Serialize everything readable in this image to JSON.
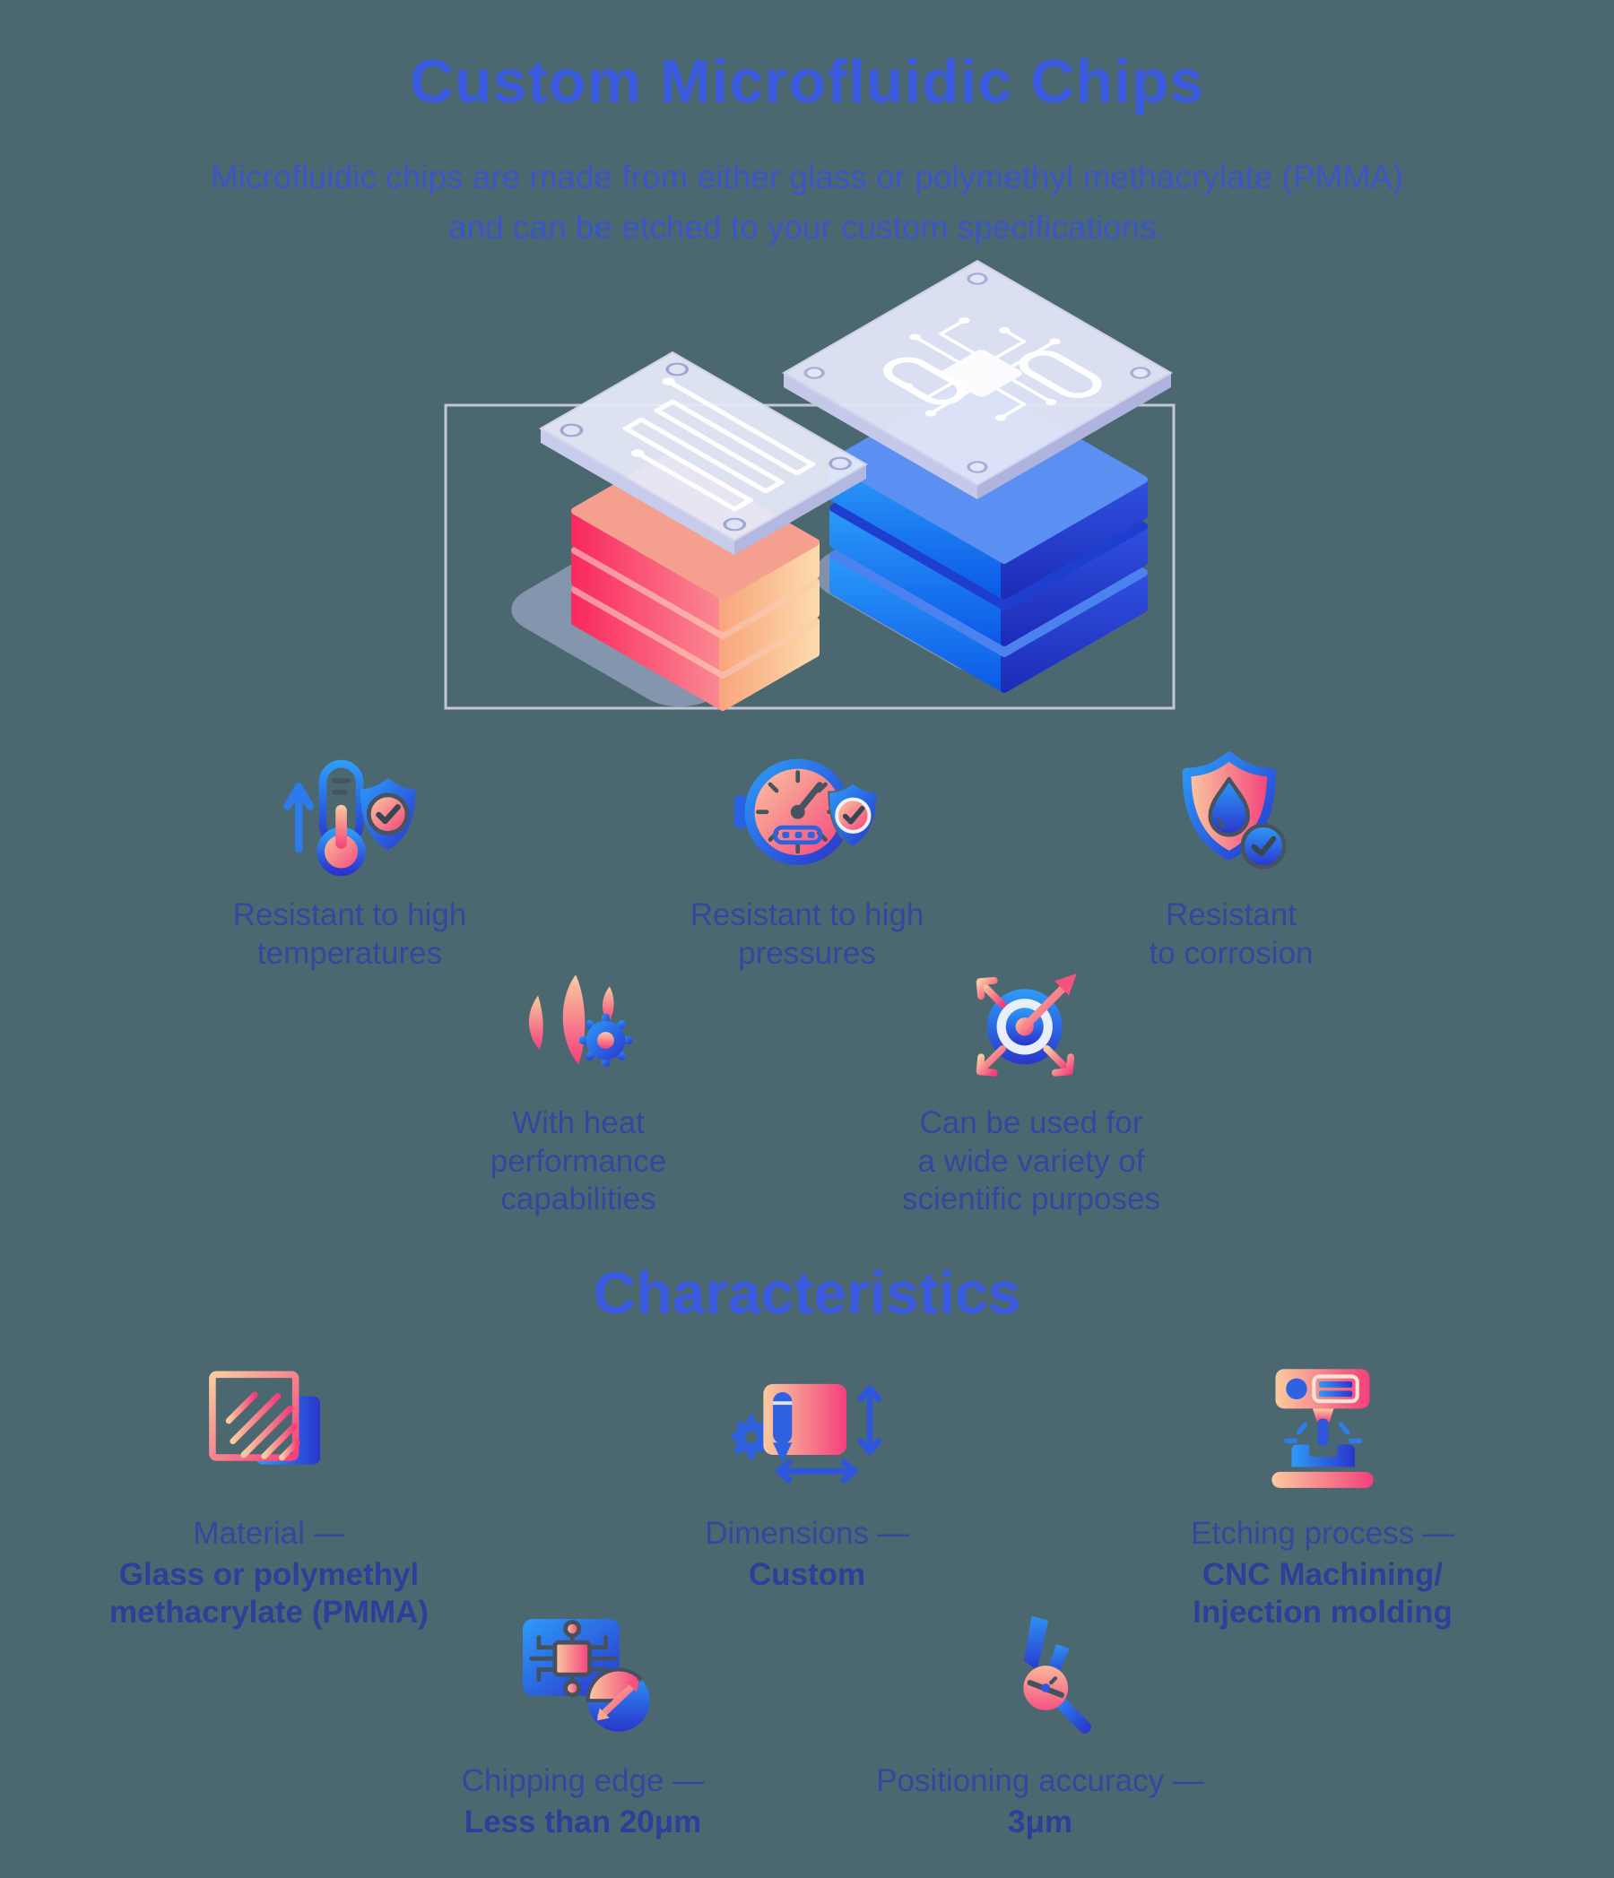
{
  "header": {
    "title": "Custom Microfluidic Chips",
    "subtitle": "Microfluidic chips are made from either glass or polymethyl methacrylate (PMMA)\nand can be etched to your custom specifications."
  },
  "illustration": {
    "description": "two isometric microfluidic chip stacks, pink and blue, with etched glass cover plates"
  },
  "features": [
    {
      "icon": "thermometer-shield-icon",
      "caption": "Resistant to high\ntemperatures"
    },
    {
      "icon": "pressure-gauge-shield-icon",
      "caption": "Resistant to high\npressures"
    },
    {
      "icon": "corrosion-shield-icon",
      "caption": "Resistant\nto corrosion"
    },
    {
      "icon": "heat-gear-icon",
      "caption": "With heat\nperformance\ncapabilities"
    },
    {
      "icon": "target-arrows-icon",
      "caption": "Can be used for\na wide variety of\nscientific purposes"
    }
  ],
  "characteristics": {
    "heading": "Characteristics",
    "items": [
      {
        "icon": "glass-material-icon",
        "label": "Material —",
        "value": "Glass or polymethyl\nmethacrylate (PMMA)"
      },
      {
        "icon": "dimensions-icon",
        "label": "Dimensions —",
        "value": "Custom"
      },
      {
        "icon": "cnc-machine-icon",
        "label": "Etching process —",
        "value": "CNC Machining/\nInjection molding"
      },
      {
        "icon": "chip-edge-icon",
        "label": "Chipping edge —",
        "value": "Less than 20μm"
      },
      {
        "icon": "caliper-icon",
        "label": "Positioning accuracy —",
        "value": "3μm"
      }
    ]
  },
  "colors": {
    "background": "#4B6870",
    "title_blue": "#3B5BE1",
    "subtitle_blue": "#3C55C6",
    "caption_blue": "#33479E",
    "value_blue": "#2D3F98",
    "pink": "#F4407B",
    "peach": "#FACBA0",
    "azure": "#2E9BF8",
    "indigo": "#2935CC"
  }
}
